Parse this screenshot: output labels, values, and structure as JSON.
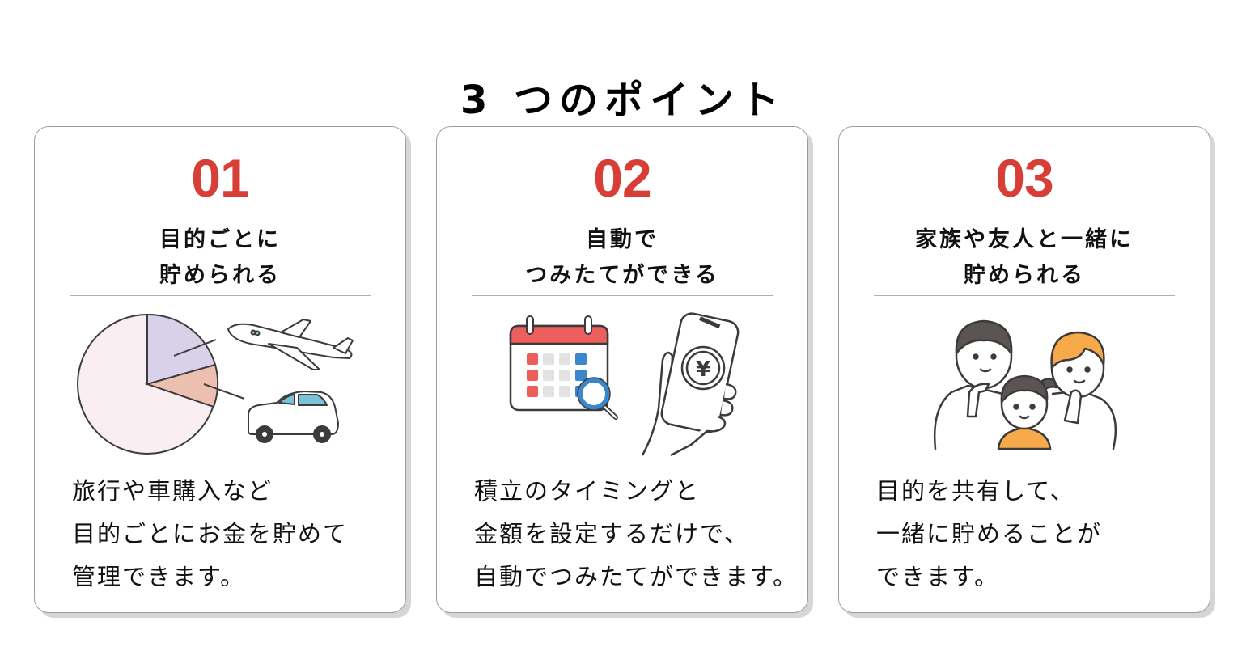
{
  "page": {
    "title": "3 つのポイント"
  },
  "colors": {
    "accent": "#d83e36",
    "card_border": "#a49a94",
    "shadow": "#d6d6d6"
  },
  "cards": [
    {
      "number": "01",
      "heading": [
        "目的ごとに",
        "貯められる"
      ],
      "illustration": "pie-chart-airplane-car-icon",
      "description": [
        "旅行や車購入など",
        "目的ごとにお金を貯めて",
        "管理できます。"
      ]
    },
    {
      "number": "02",
      "heading": [
        "自動で",
        "つみたてができる"
      ],
      "illustration": "calendar-smartphone-yen-icon",
      "description": [
        "積立のタイミングと",
        "金額を設定するだけで、",
        "自動でつみたてができます。"
      ]
    },
    {
      "number": "03",
      "heading": [
        "家族や友人と一緒に",
        "貯められる"
      ],
      "illustration": "family-group-icon",
      "description": [
        "目的を共有して、",
        "一緒に貯めることが",
        "できます。"
      ]
    }
  ]
}
